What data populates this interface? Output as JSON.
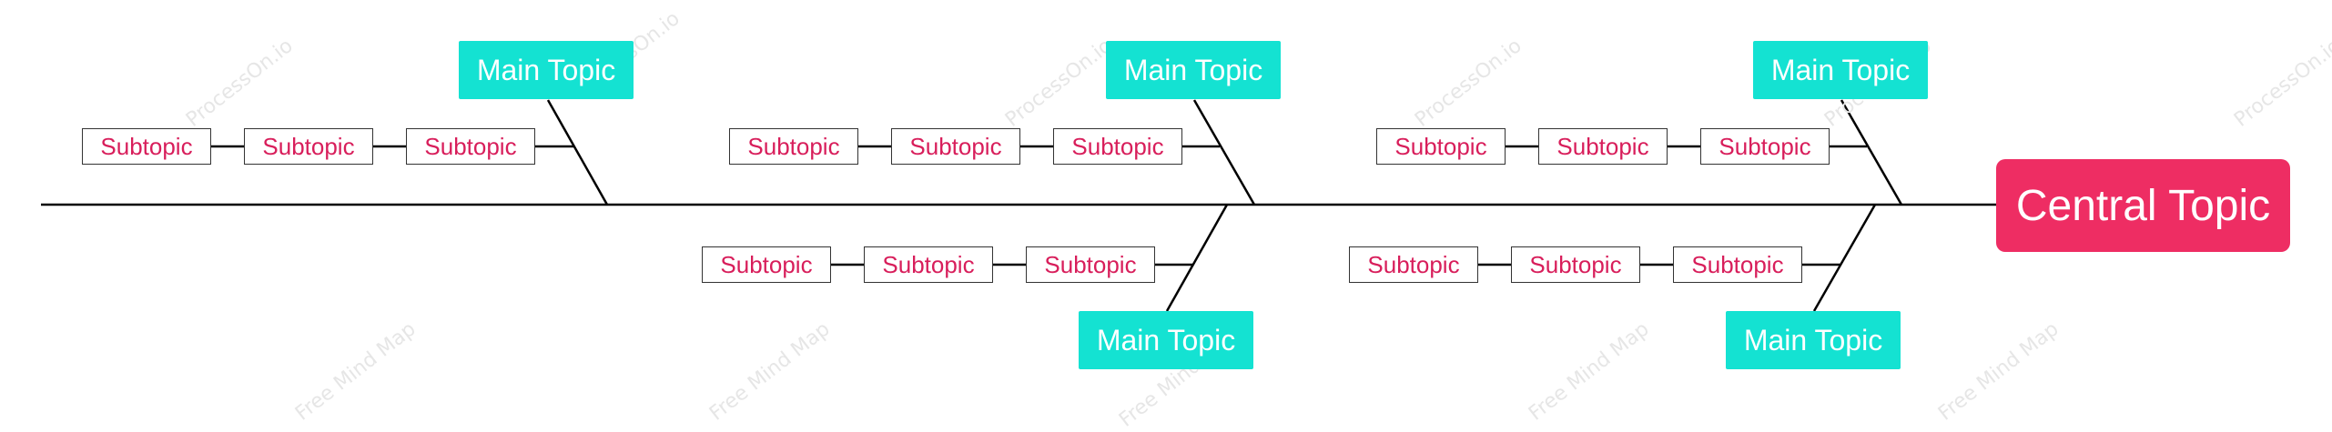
{
  "diagram": {
    "central_topic": "Central Topic",
    "colors": {
      "central": "#ee2d63",
      "main_topic": "#14e2d2",
      "subtopic_text": "#d81e5b",
      "line": "#000000"
    },
    "branches": [
      {
        "main": "Main Topic",
        "subtopics": [
          "Subtopic",
          "Subtopic",
          "Subtopic"
        ]
      },
      {
        "main": "Main Topic",
        "subtopics": [
          "Subtopic",
          "Subtopic",
          "Subtopic"
        ]
      },
      {
        "main": "Main Topic",
        "subtopics": [
          "Subtopic",
          "Subtopic",
          "Subtopic"
        ]
      },
      {
        "main": "Main Topic",
        "subtopics": [
          "Subtopic",
          "Subtopic",
          "Subtopic"
        ]
      },
      {
        "main": "Main Topic",
        "subtopics": [
          "Subtopic",
          "Subtopic",
          "Subtopic"
        ]
      }
    ]
  },
  "watermarks": {
    "primary": "ProcessOn.io",
    "secondary": "Free Mind Map"
  }
}
